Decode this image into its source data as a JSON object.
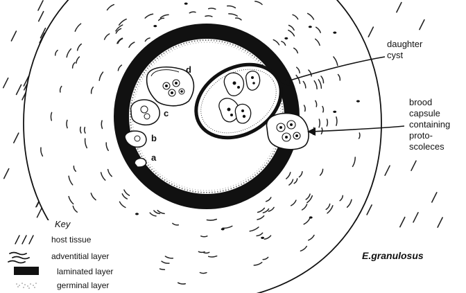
{
  "labels": {
    "daughter_cyst": [
      "daughter",
      "cyst"
    ],
    "brood_capsule": [
      "brood",
      "capsule",
      "containing",
      "proto-",
      "scoleces"
    ],
    "stages": [
      "a",
      "b",
      "c",
      "d"
    ],
    "species": "E.granulosus"
  },
  "key": {
    "title": "Key",
    "items": [
      {
        "label": "host tissue",
        "symbol": "hatch-icon"
      },
      {
        "label": "adventitial layer",
        "symbol": "wavy-lines-icon"
      },
      {
        "label": "laminated layer",
        "symbol": "solid-black-bar-icon"
      },
      {
        "label": "germinal layer",
        "symbol": "stipple-icon"
      }
    ]
  }
}
